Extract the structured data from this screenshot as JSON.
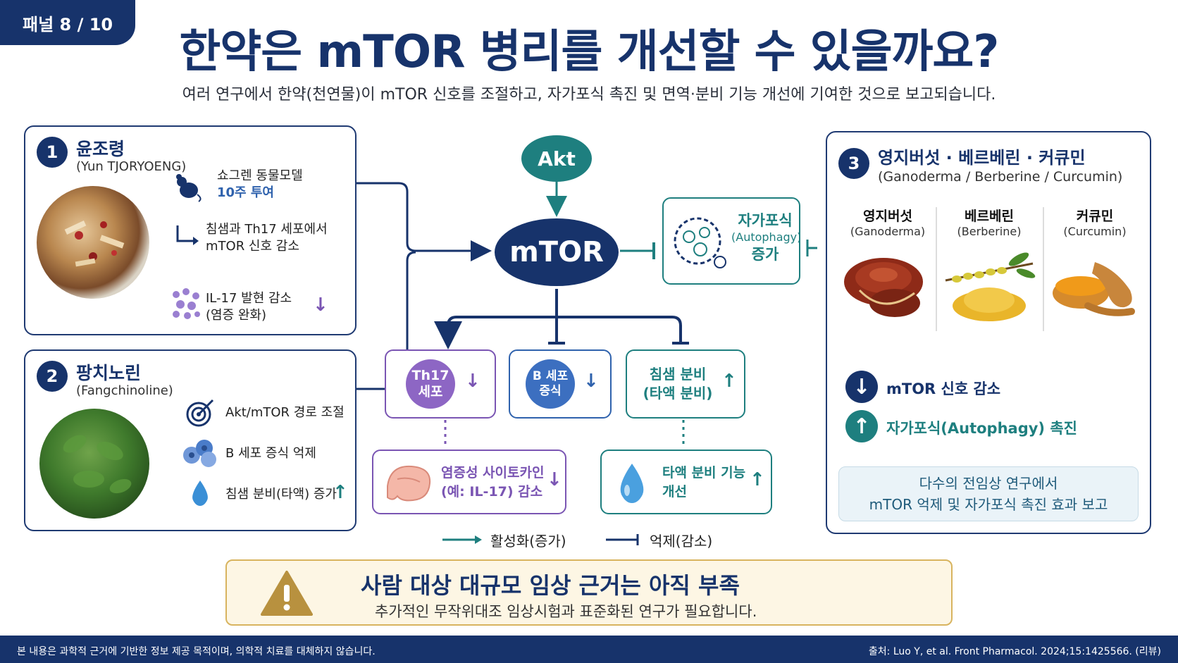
{
  "panel_tag": "패널 8 / 10",
  "title": "한약은 mTOR 병리를 개선할 수 있을까요?",
  "subtitle": "여러 연구에서 한약(천연물)이 mTOR 신호를 조절하고, 자가포식 촉진 및 면역·분비 기능 개선에 기여한 것으로 보고되습니다.",
  "card1": {
    "number": "1",
    "title": "윤조령",
    "subtitle": "(Yun TJORYOENG)",
    "items": [
      {
        "icon": "mouse-icon",
        "line1": "쇼그렌 동물모델",
        "line2": "10주 투여"
      },
      {
        "icon": "down-right-arrow-icon",
        "line1": "침샘과 Th17 세포에서",
        "line2": "mTOR 신호 감소"
      },
      {
        "icon": "molecules-icon",
        "line1": "IL-17 발현 감소",
        "line2": "(염증 완화)"
      }
    ]
  },
  "card2": {
    "number": "2",
    "title": "팡치노린",
    "subtitle": "(Fangchinoline)",
    "items": [
      {
        "icon": "target-icon",
        "text": "Akt/mTOR 경로 조절"
      },
      {
        "icon": "cells-icon",
        "text": "B 세포 증식 억제"
      },
      {
        "icon": "droplet-icon",
        "text": "침샘 분비(타액) 증가"
      }
    ]
  },
  "card3": {
    "number": "3",
    "title": "영지버섯 · 베르베린 · 커큐민",
    "subtitle": "(Ganoderma / Berberine / Curcumin)",
    "herbs": [
      {
        "name": "영지버섯",
        "latin": "(Ganoderma)"
      },
      {
        "name": "베르베린",
        "latin": "(Berberine)"
      },
      {
        "name": "커큐민",
        "latin": "(Curcumin)"
      }
    ],
    "effects": [
      "mTOR 신호 감소",
      "자가포식(Autophagy) 촉진"
    ],
    "note_line1": "다수의 전임상 연구에서",
    "note_line2": "mTOR 억제 및 자가포식 촉진 효과 보고"
  },
  "diagram": {
    "akt": "Akt",
    "mtor": "mTOR",
    "autophagy_line1": "자가포식",
    "autophagy_line2": "(Autophagy)",
    "autophagy_line3": "증가",
    "th17_line1": "Th17",
    "th17_line2": "세포",
    "bcell_line1": "B 세포",
    "bcell_line2": "증식",
    "saliva_line1": "침샘 분비",
    "saliva_line2": "(타액 분비)",
    "cytokine_line1": "염증성 사이토카인",
    "cytokine_line2": "(예: IL-17) 감소",
    "salivary_line1": "타액 분비 기능",
    "salivary_line2": "개선",
    "down": "↓",
    "up": "↑"
  },
  "legend": {
    "activate": "활성화(증가)",
    "inhibit": "억제(감소)"
  },
  "warning": {
    "title": "사람 대상 대규모 임상 근거는 아직 부족",
    "subtitle": "추가적인 무작위대조 임상시험과 표준화된 연구가 필요합니다."
  },
  "footer": {
    "disclaimer": "본 내용은 과학적 근거에 기반한 정보 제공 목적이며, 의학적 치료를 대체하지 않습니다.",
    "source": "출처: Luo Y, et al. Front Pharmacol. 2024;15:1425566. (리뷰)"
  },
  "colors": {
    "navy": "#17336b",
    "teal": "#1e7f7f",
    "purple": "#7a55b3",
    "blue": "#2f62ad",
    "gold": "#d8b45f"
  }
}
